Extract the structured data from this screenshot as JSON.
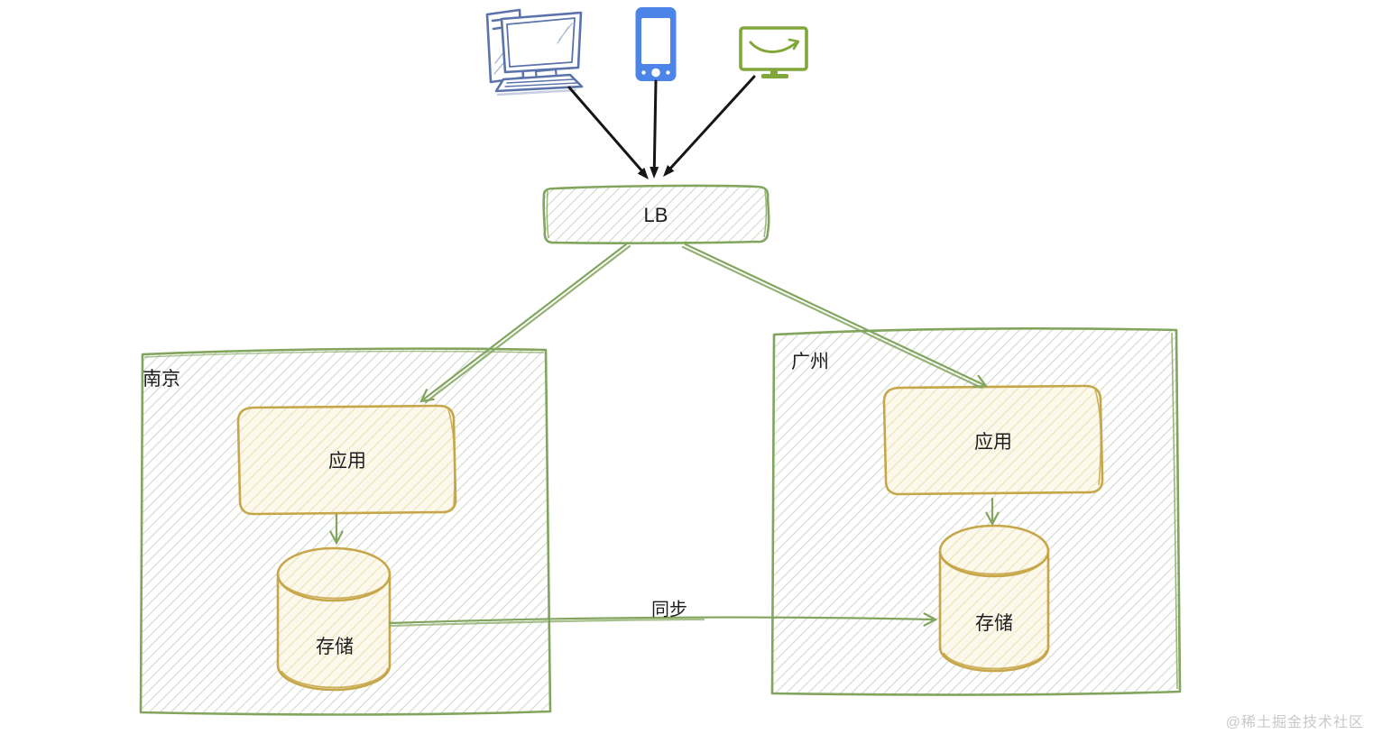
{
  "clients": {
    "desktop": {
      "icon": "desktop-computer-icon"
    },
    "mobile": {
      "icon": "smartphone-icon"
    },
    "tv": {
      "icon": "smart-tv-icon"
    }
  },
  "load_balancer": {
    "label": "LB"
  },
  "regions": {
    "nanjing": {
      "label": "南京",
      "app": {
        "label": "应用"
      },
      "storage": {
        "label": "存储"
      }
    },
    "guangzhou": {
      "label": "广州",
      "app": {
        "label": "应用"
      },
      "storage": {
        "label": "存储"
      }
    }
  },
  "links": {
    "sync": {
      "label": "同步"
    }
  },
  "watermark": {
    "text": "@稀土掘金技术社区"
  },
  "colors": {
    "diagram_green": "#82a55e",
    "diagram_yellow": "#c6a648",
    "phone_blue": "#4c84e8",
    "sketch_blue": "#5b73ab",
    "tv_green": "#81a73a",
    "arrow_black": "#161616",
    "watermark_gray": "#c9c9c9"
  }
}
